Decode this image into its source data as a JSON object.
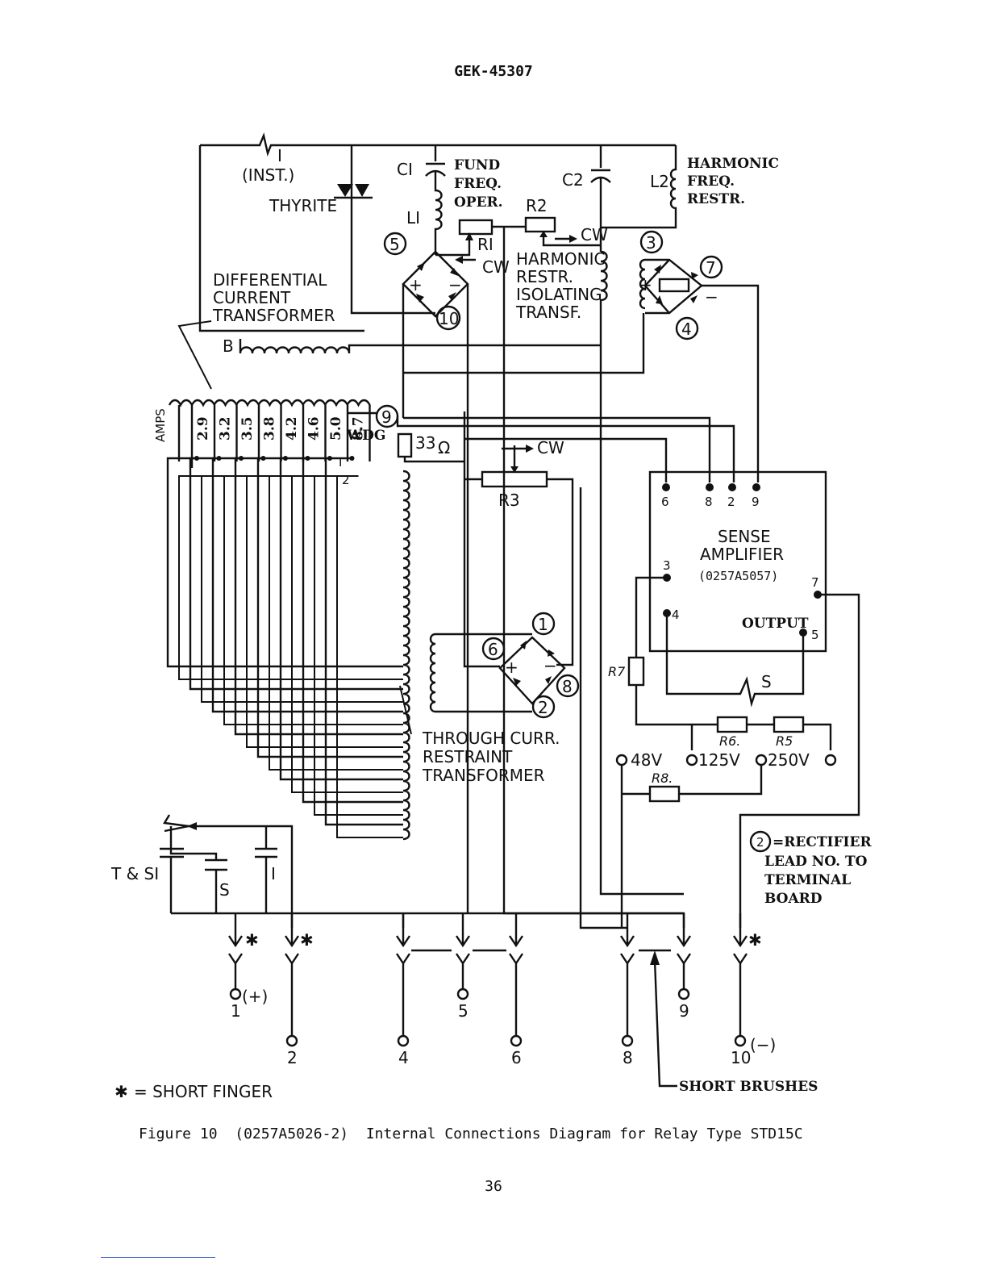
{
  "header": {
    "doc_number": "GEK-45307"
  },
  "diagram": {
    "top": {
      "inst_unit": "I",
      "inst_label": "(INST.)",
      "thyrite": "THYRITE",
      "c1": "CI",
      "l1": "LI",
      "fund_lines": [
        "FUND",
        "FREQ.",
        "OPER."
      ],
      "c2": "C2",
      "l2": "L2",
      "harmonic_lines": [
        "HARMONIC",
        "FREQ.",
        "RESTR."
      ],
      "r1": "RI",
      "r2": "R2",
      "cw": "CW",
      "harm_iso_lines": [
        "HARMONIC",
        "RESTR.",
        "ISOLATING",
        "TRANSF."
      ],
      "diff_ct_lines": [
        "DIFFERENTIAL",
        "CURRENT",
        "TRANSFORMER"
      ],
      "b_winding": "B"
    },
    "bridge_leads": {
      "b5": "5",
      "b10": "10",
      "b3": "3",
      "b7": "7",
      "b4": "4",
      "b9": "9",
      "b1": "1",
      "b6": "6",
      "b8": "8",
      "b2": "2",
      "plus": "+",
      "minus": "−"
    },
    "taps": {
      "amps_label": "AMPS",
      "values": [
        "2.9",
        "3.2",
        "3.5",
        "3.8",
        "4.2",
        "4.6",
        "5.0",
        "8.7"
      ],
      "wdg_label": "WDG",
      "wdg_1": "I",
      "wdg_2": "2"
    },
    "r33": "33",
    "r33_unit": "Ω",
    "r3": "R3",
    "through_lines": [
      "THROUGH CURR.",
      "RESTRAINT",
      "TRANSFORMER"
    ],
    "sense_amp": {
      "title_lines": [
        "SENSE",
        "AMPLIFIER"
      ],
      "part_no": "(0257A5057)",
      "pins": [
        "6",
        "8",
        "2",
        "9",
        "3",
        "7",
        "4",
        "5"
      ],
      "output_label": "OUTPUT"
    },
    "s_coil": "S",
    "resistors": {
      "r5": "R5",
      "r6": "R6.",
      "r7": "R7",
      "r8": "R8."
    },
    "voltages": [
      "48V",
      "125V",
      "250V"
    ],
    "note_lines": [
      "=RECTIFIER",
      "LEAD NO. TO",
      "TERMINAL",
      "BOARD"
    ],
    "note_circle": "2",
    "contacts": {
      "ts": "T & SI",
      "s": "S",
      "i": "I"
    },
    "terminals": [
      "1",
      "2",
      "4",
      "5",
      "6",
      "8",
      "9",
      "10"
    ],
    "term1_sign": "(+)",
    "term10_sign": "(−)",
    "short_finger_symbol": "✱",
    "short_finger_label": "= SHORT FINGER",
    "short_brushes_label": "SHORT BRUSHES"
  },
  "caption": {
    "figure": "Figure 10",
    "drawing_no": "(0257A5026-2)",
    "title": "Internal Connections Diagram for Relay Type STD15C"
  },
  "page_number": "36"
}
